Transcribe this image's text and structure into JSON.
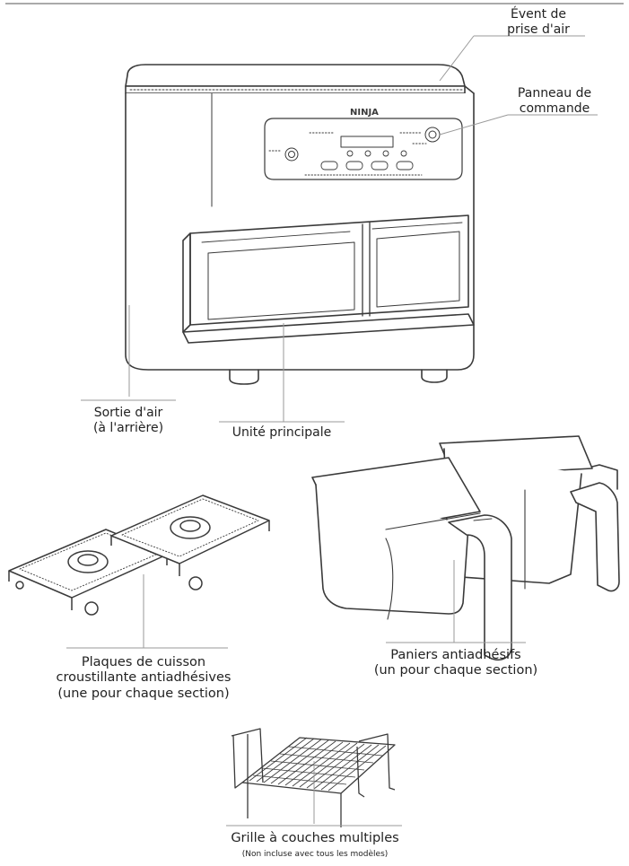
{
  "labels": {
    "air_intake": [
      "Évent de",
      "prise d'air"
    ],
    "control_panel": [
      "Panneau de",
      "commande"
    ],
    "air_outlet": [
      "Sortie d'air",
      "(à l'arrière)"
    ],
    "main_unit": [
      "Unité principale"
    ],
    "crisper_plates": [
      "Plaques de cuisson",
      "croustillante antiadhésives",
      "(une pour chaque section)"
    ],
    "baskets": [
      "Paniers antiadhésifs",
      "(un pour chaque section)"
    ],
    "multi_rack": [
      "Grille à couches multiples"
    ],
    "multi_rack_note": [
      "(Non incluse avec tous les modèles)"
    ]
  },
  "brand": "NINJA",
  "colors": {
    "line": "#3a3a3a",
    "leader": "#9a9a9a",
    "text": "#222222"
  }
}
